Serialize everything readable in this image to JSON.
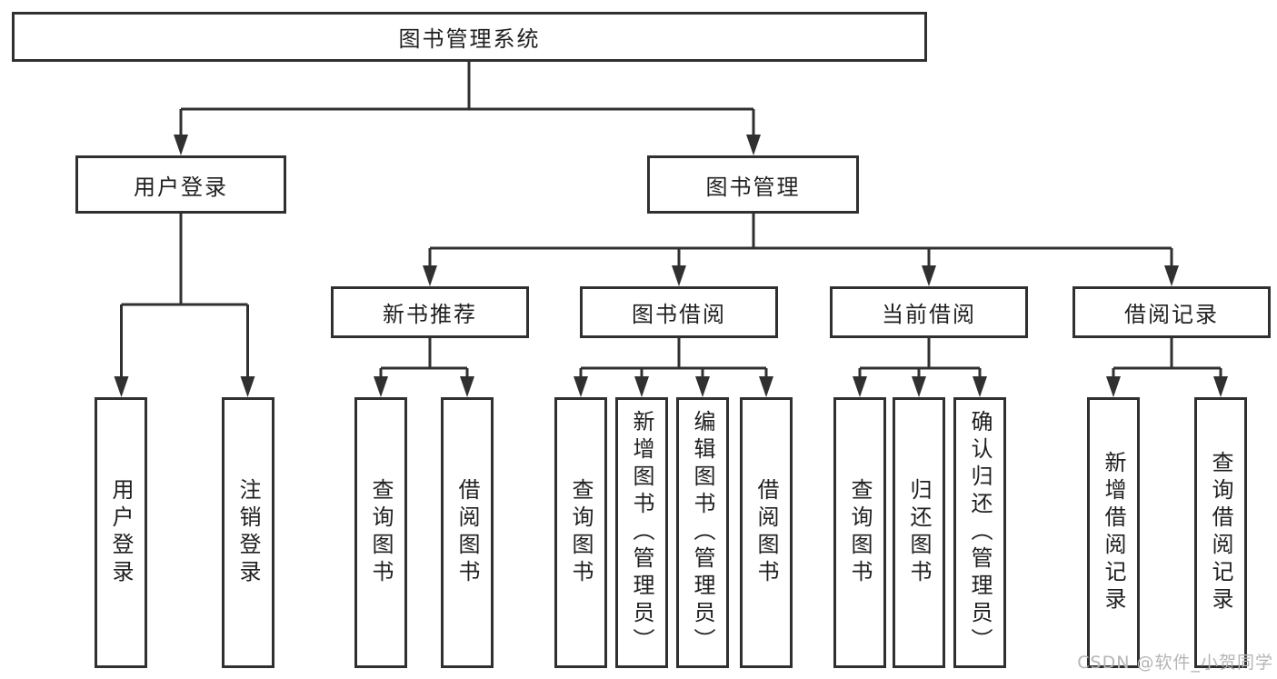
{
  "diagram": {
    "root": {
      "label": "图书管理系统"
    },
    "branches": [
      {
        "label": "用户登录",
        "children": [
          {
            "label": "用户登录"
          },
          {
            "label": "注销登录"
          }
        ]
      },
      {
        "label": "图书管理",
        "sections": [
          {
            "label": "新书推荐",
            "children": [
              {
                "label": "查询图书"
              },
              {
                "label": "借阅图书"
              }
            ]
          },
          {
            "label": "图书借阅",
            "children": [
              {
                "label": "查询图书"
              },
              {
                "label": "新增图书（管理员）"
              },
              {
                "label": "编辑图书（管理员）"
              },
              {
                "label": "借阅图书"
              }
            ]
          },
          {
            "label": "当前借阅",
            "children": [
              {
                "label": "查询图书"
              },
              {
                "label": "归还图书"
              },
              {
                "label": "确认归还（管理员）"
              }
            ]
          },
          {
            "label": "借阅记录",
            "children": [
              {
                "label": "新增借阅记录"
              },
              {
                "label": "查询借阅记录"
              }
            ]
          }
        ]
      }
    ]
  },
  "watermark": {
    "text": "CSDN @软件_小贺同学"
  },
  "colors": {
    "line": "#303030",
    "box_border": "#303030",
    "text": "#1f1f1f",
    "watermark": "#b5b5b5",
    "background": "#ffffff"
  }
}
